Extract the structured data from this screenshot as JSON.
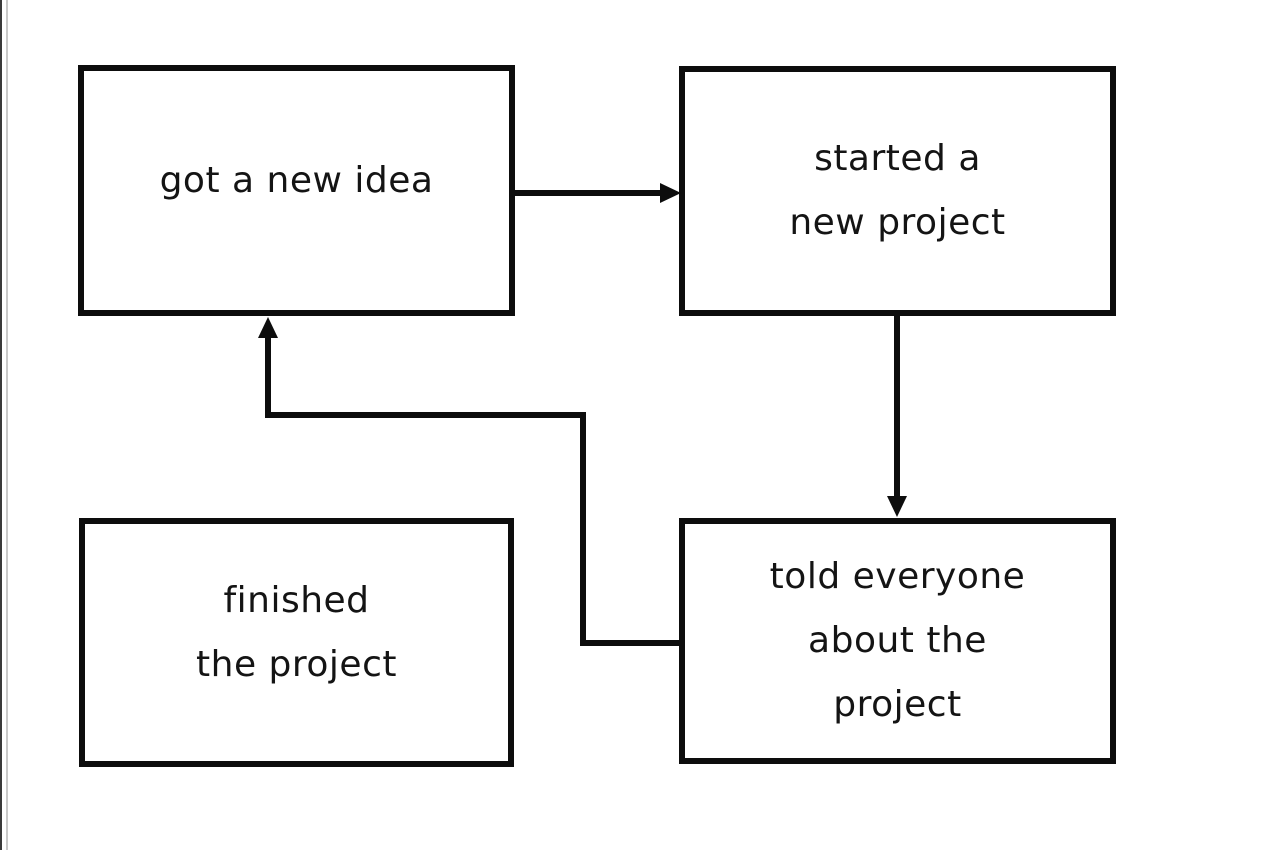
{
  "colors": {
    "line": "#0d0d0d",
    "background": "#ffffff",
    "text": "#141414"
  },
  "diagram": {
    "nodes": [
      {
        "id": "got-a-new-idea",
        "lines": [
          "got a new idea"
        ]
      },
      {
        "id": "started-a-new-project",
        "lines": [
          "started a",
          "new project"
        ]
      },
      {
        "id": "finished-the-project",
        "lines": [
          "finished",
          "the project"
        ]
      },
      {
        "id": "told-everyone-about-the-project",
        "lines": [
          "told everyone",
          "about the",
          "project"
        ]
      }
    ],
    "edges": [
      {
        "from": "got a new idea",
        "to": "started a new project",
        "direction": "right"
      },
      {
        "from": "started a new project",
        "to": "told everyone about the project",
        "direction": "down"
      },
      {
        "from": "told everyone about the project",
        "to": "got a new idea",
        "direction": "left-then-up-elbow"
      }
    ]
  }
}
